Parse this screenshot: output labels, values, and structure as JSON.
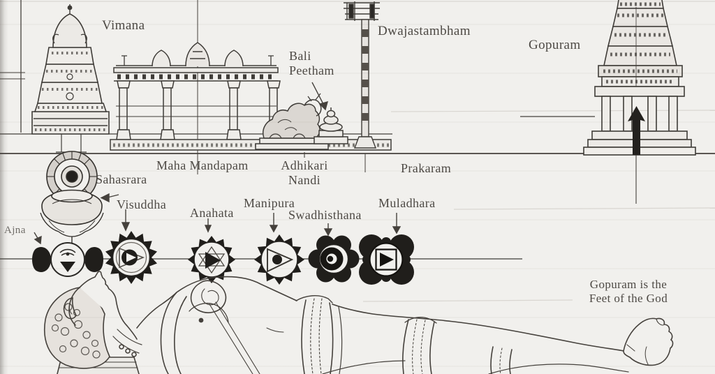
{
  "diagram": {
    "temple_labels": {
      "vimana": "Vimana",
      "dwajastambham": "Dwajastambham",
      "bali_peetham": [
        "Bali",
        "Peetham"
      ],
      "gopuram": "Gopuram",
      "maha_mandapam": "Maha Mandapam",
      "adhikari_nandi": [
        "Adhikari",
        "Nandi"
      ],
      "prakaram": "Prakaram"
    },
    "chakra_labels": {
      "sahasrara": "Sahasrara",
      "ajna": "Ajna",
      "visuddha": "Visuddha",
      "anahata": "Anahata",
      "manipura": "Manipura",
      "swadhisthana": "Swadhisthana",
      "muladhara": "Muladhara"
    },
    "caption": [
      "Gopuram is the",
      "Feet of the God"
    ],
    "colors": {
      "paper": "#f1f0ed",
      "ink": "#3f3c38",
      "chakra_black": "#201e1b"
    }
  }
}
